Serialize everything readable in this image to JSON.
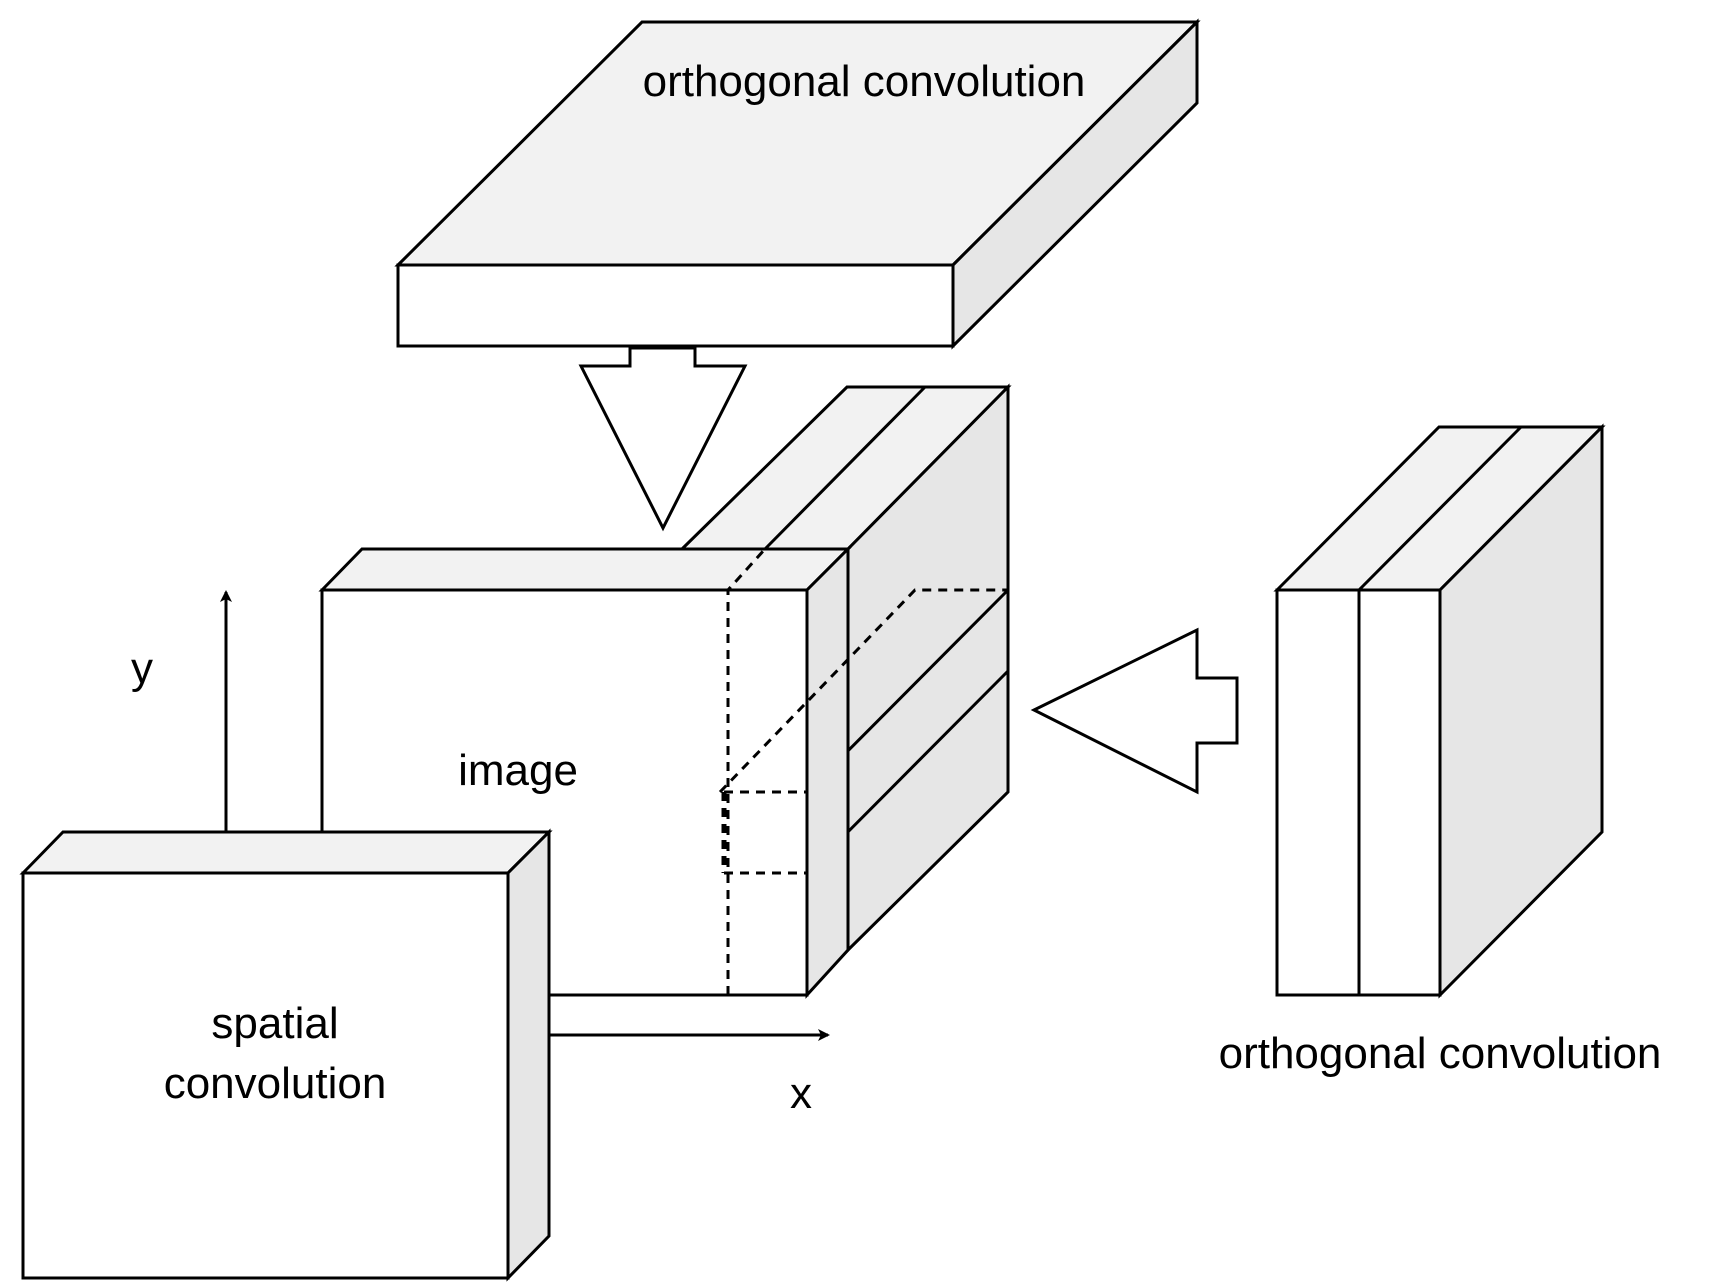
{
  "diagram": {
    "top_kernel_label": "orthogonal convolution",
    "side_kernel_label": "orthogonal convolution",
    "image_label": "image",
    "spatial_kernel_label_line1": "spatial",
    "spatial_kernel_label_line2": "convolution",
    "axis_x_label": "x",
    "axis_y_label": "y"
  }
}
